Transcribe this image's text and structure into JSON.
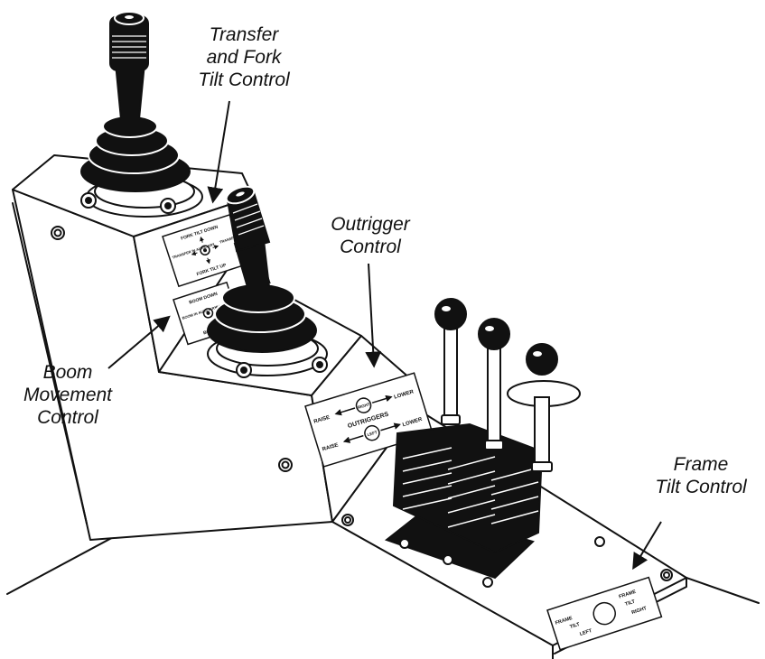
{
  "callouts": {
    "transfer_fork": [
      "Transfer",
      "and Fork",
      "Tilt Control"
    ],
    "outrigger": [
      "Outrigger",
      "Control"
    ],
    "boom": [
      "Boom",
      "Movement",
      "Control"
    ],
    "frame_tilt": [
      "Frame",
      "Tilt Control"
    ]
  },
  "plates": {
    "fork": {
      "top": "FORK TILT DOWN",
      "bottom": "FORK TILT UP",
      "left": "TRANSFER IN AUXILIARY",
      "right": "TRANSFER OUT"
    },
    "boom": {
      "top": "BOOM DOWN",
      "bottom": "BOOM UP",
      "left": "BOOM IN AUXILIARY",
      "right": "BOOM OUT"
    },
    "outriggers": {
      "title": "OUTRIGGERS",
      "raise_top": "RAISE",
      "raise_bottom": "RAISE",
      "lower_top": "LOWER",
      "lower_bottom": "LOWER",
      "right": "RIGHT",
      "left": "LEFT"
    },
    "frame": {
      "frame_left": "FRAME",
      "tilt_left": "TILT",
      "left": "LEFT",
      "frame_right": "FRAME",
      "tilt_right": "TILT",
      "right": "RIGHT"
    }
  }
}
